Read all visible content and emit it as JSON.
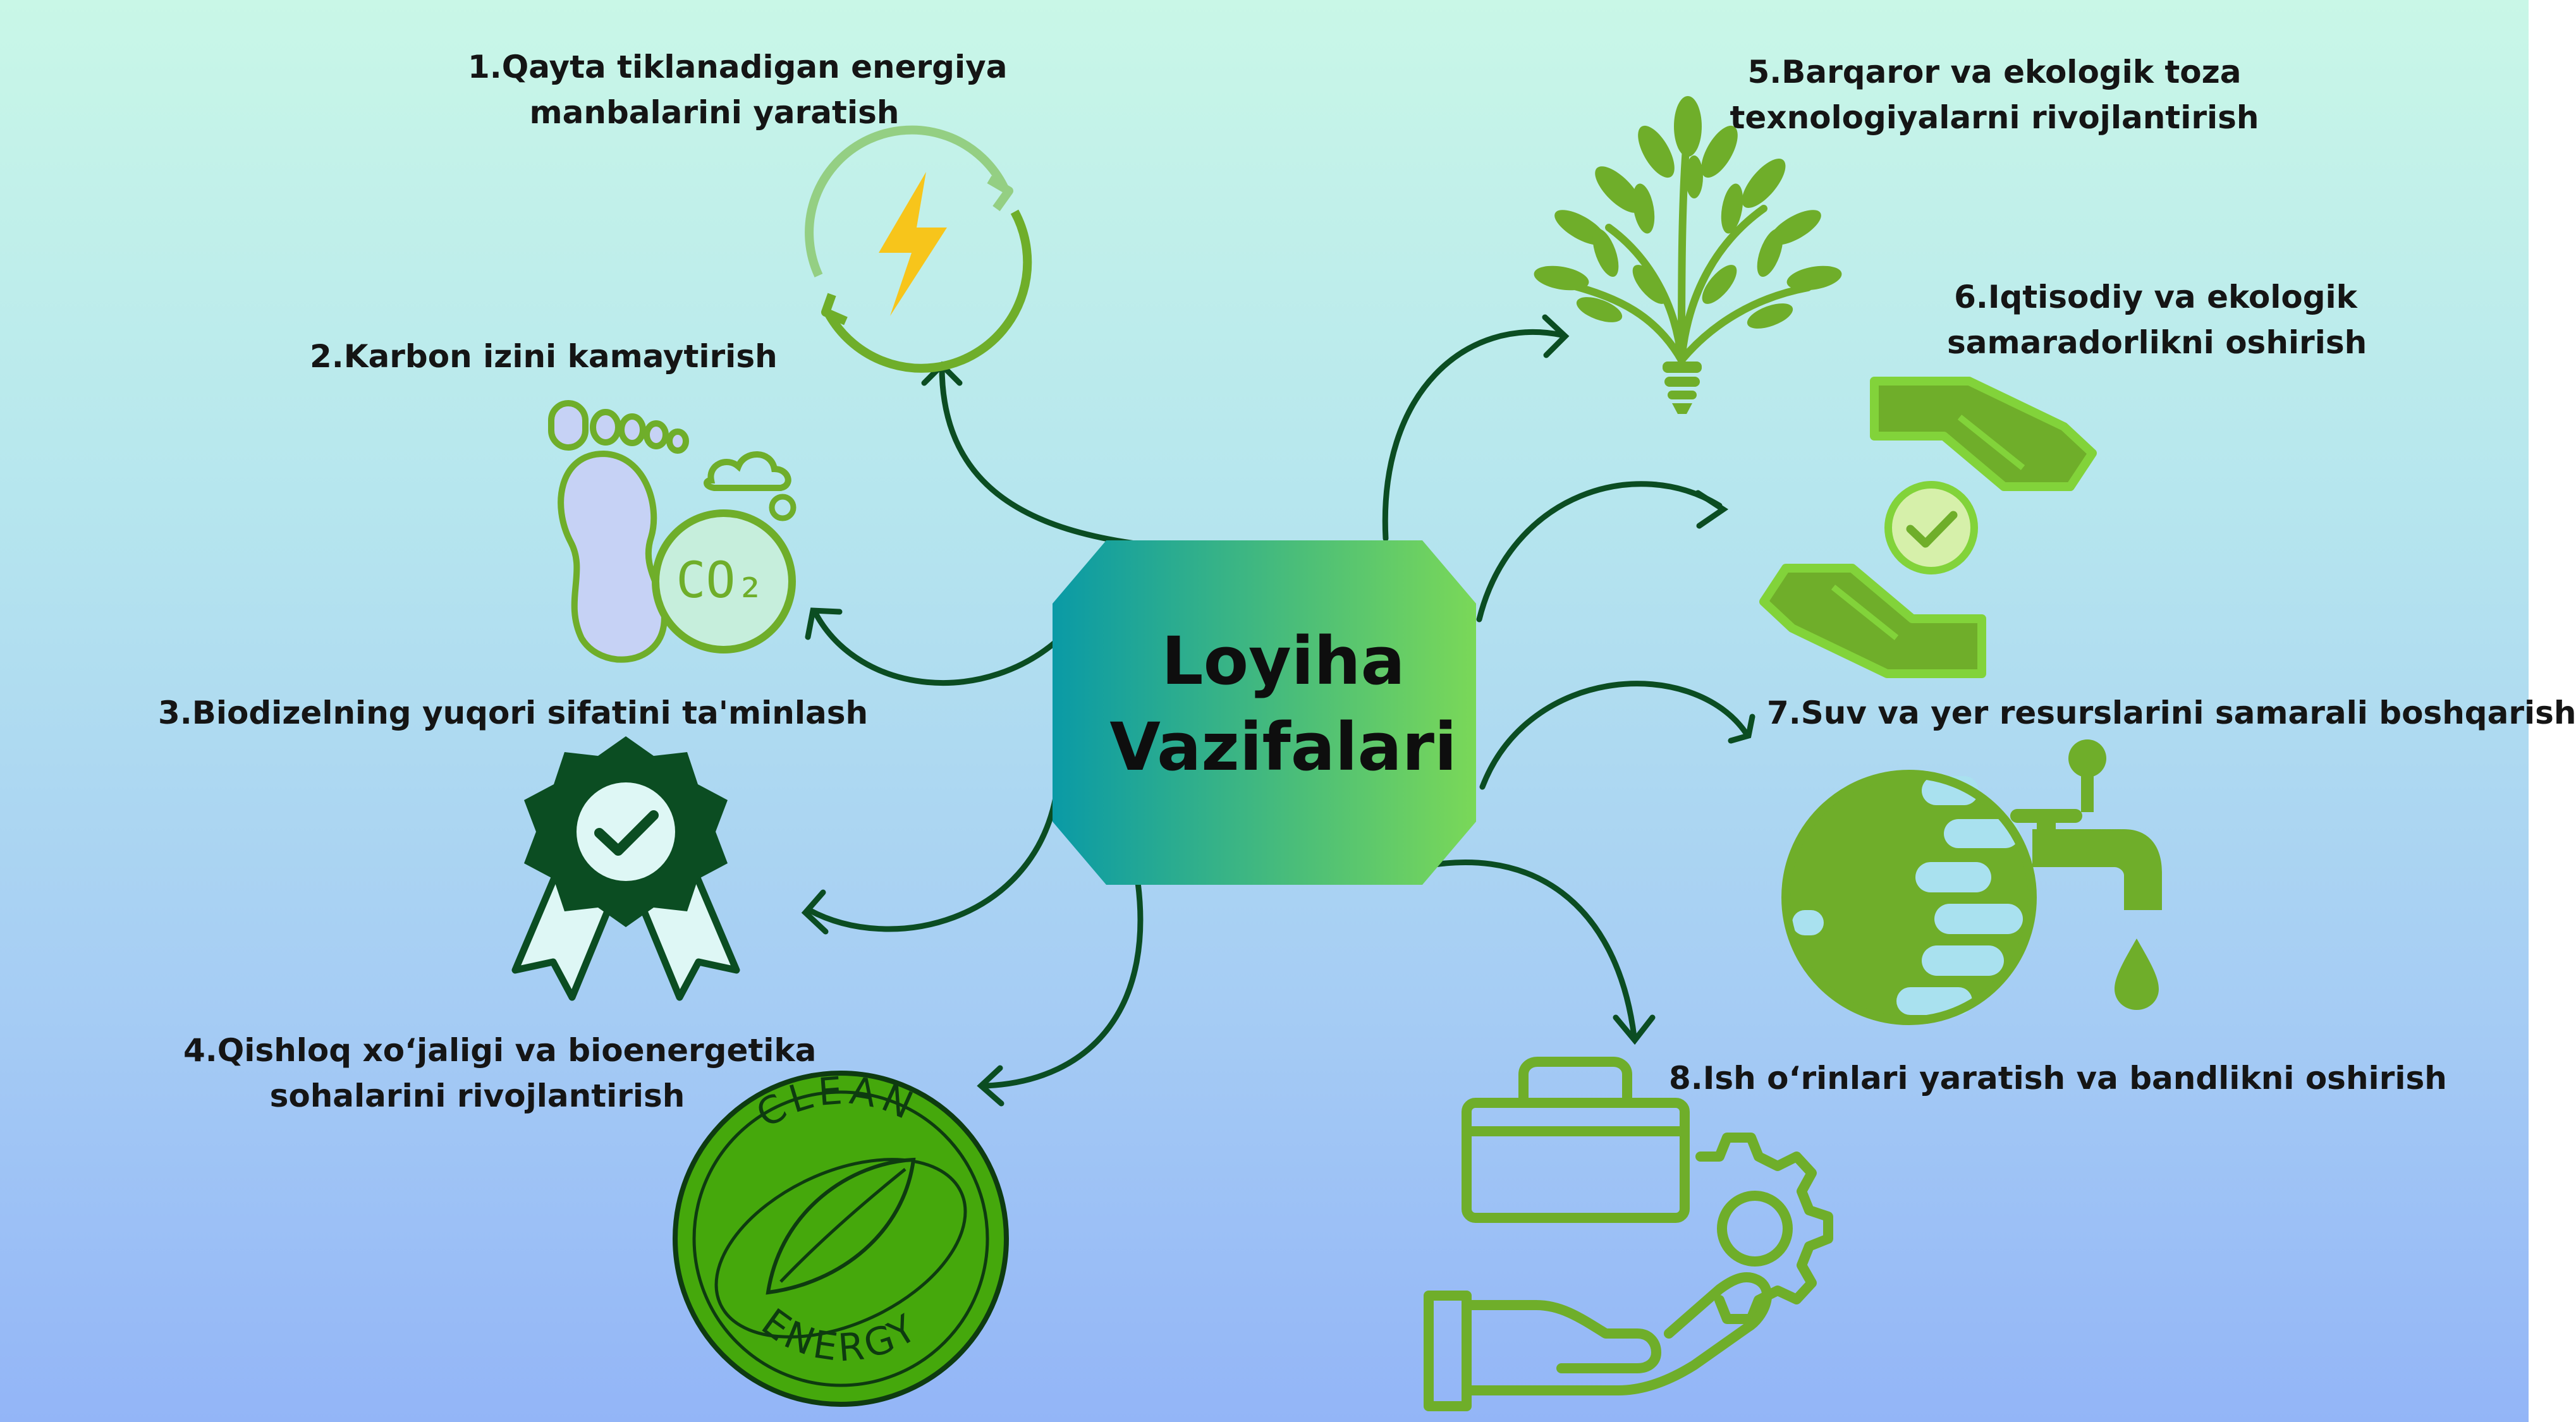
{
  "center": {
    "line1": "Loyiha",
    "line2": "Vazifalari"
  },
  "tasks": [
    {
      "line1": "1.Qayta tiklanadigan energiya",
      "line2": "manbalarini yaratish"
    },
    {
      "line1": "2.Karbon izini kamaytirish"
    },
    {
      "line1": "3.Biodizelning yuqori sifatini ta'minlash"
    },
    {
      "line1": "4.Qishloq xo‘jaligi va bioenergetika",
      "line2": "sohalarini rivojlantirish"
    },
    {
      "line1": "5.Barqaror va ekologik toza",
      "line2": "texnologiyalarni rivojlantirish"
    },
    {
      "line1": "6.Iqtisodiy va ekologik",
      "line2": "samaradorlikni oshirish"
    },
    {
      "line1": "7.Suv va yer resurslarini samarali boshqarish"
    },
    {
      "line1": "8.Ish o‘rinlari yaratish va bandlikni oshirish"
    }
  ],
  "badge": {
    "top": "CLEAN",
    "bottom": "ENERGY"
  },
  "co2_label": "CO₂",
  "icons": [
    "recycle-lightning-icon",
    "footprint-co2-icon",
    "quality-badge-icon",
    "clean-energy-leaf-icon",
    "tree-lightbulb-icon",
    "handshake-check-icon",
    "earth-water-tap-icon",
    "briefcase-gear-hand-icon"
  ],
  "colors": {
    "arrow": "#0b4d22",
    "icon_green": "#6fae2a",
    "dark_green": "#0b4d22",
    "center_left": "#0a9aa6",
    "center_right": "#7ad858"
  }
}
